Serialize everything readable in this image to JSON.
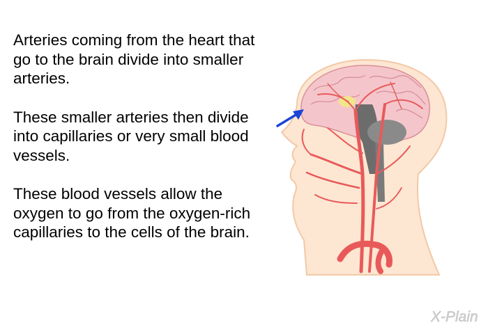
{
  "paragraphs": [
    "Arteries coming from the heart that go to the brain divide into smaller arteries.",
    "These smaller arteries then divide into capillaries or very small blood vessels.",
    "These blood vessels allow the oxygen to go from the oxygen-rich capillaries to the cells of the brain."
  ],
  "logo": {
    "text": "X-Plain"
  },
  "colors": {
    "skin": "#fde6d2",
    "skin_outline": "#f2c9a6",
    "brain": "#f4c6cc",
    "artery": "#e85a5a",
    "vein": "#6c6c6c",
    "arrow": "#1a44d8",
    "logo": "#cfcfcf"
  }
}
